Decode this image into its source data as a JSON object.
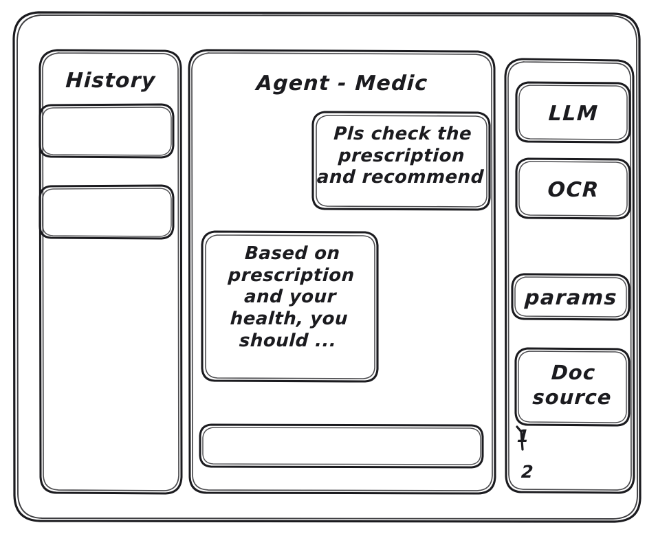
{
  "window": {
    "name": "wireframe-window",
    "stroke_color": "#1b1b1f",
    "background_color": "#ffffff"
  },
  "sidebar_left": {
    "title": "History",
    "items": [
      {
        "label": "",
        "name": "history-item-1"
      },
      {
        "label": "",
        "name": "history-item-2"
      }
    ]
  },
  "main": {
    "title": "Agent - Medic",
    "messages": [
      {
        "role": "user",
        "text": "Pls check the\nprescription\nand recommend"
      },
      {
        "role": "assistant",
        "text": "Based on\nprescription\nand your\nhealth, you\nshould ..."
      }
    ],
    "composer": {
      "value": "",
      "placeholder": ""
    }
  },
  "sidebar_right": {
    "tools": [
      {
        "label": "LLM",
        "name": "tool-llm"
      },
      {
        "label": "OCR",
        "name": "tool-ocr"
      },
      {
        "label": "params",
        "name": "tool-params"
      }
    ],
    "doc_source": {
      "label": "Doc\nsource",
      "sources": [
        {
          "label": "1"
        },
        {
          "label": "2"
        }
      ]
    }
  }
}
